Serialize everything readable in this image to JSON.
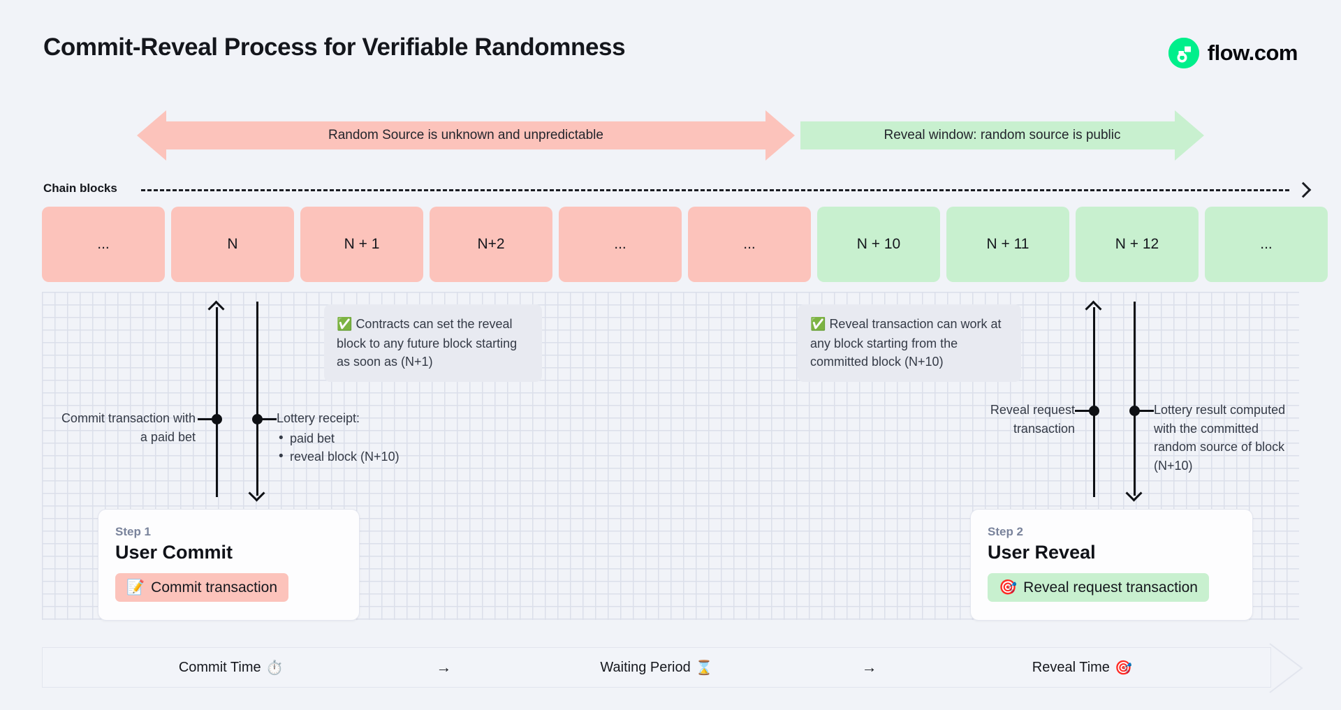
{
  "header": {
    "title": "Commit-Reveal Process for Verifiable Randomness",
    "logo_text": "flow.com",
    "logo_icon": "flow-logo-icon",
    "brand_green": "#00ef8b"
  },
  "phases": [
    {
      "label": "Random Source is unknown and unpredictable",
      "color": "#fcc3bb",
      "direction": "bidirectional"
    },
    {
      "label": "Reveal window: random source is public",
      "color": "#c8f0cf",
      "direction": "right"
    }
  ],
  "chain": {
    "label": "Chain blocks",
    "axis_icon": "arrow-right-icon",
    "blocks": [
      {
        "label": "...",
        "state": "unknown"
      },
      {
        "label": "N",
        "state": "unknown"
      },
      {
        "label": "N + 1",
        "state": "unknown"
      },
      {
        "label": "N+2",
        "state": "unknown"
      },
      {
        "label": "...",
        "state": "unknown"
      },
      {
        "label": "...",
        "state": "unknown"
      },
      {
        "label": "N + 10",
        "state": "revealed"
      },
      {
        "label": "N + 11",
        "state": "revealed"
      },
      {
        "label": "N + 12",
        "state": "revealed"
      },
      {
        "label": "...",
        "state": "revealed"
      }
    ],
    "unknown_color": "#fcc3bb",
    "revealed_color": "#c8f0cf"
  },
  "notes": [
    {
      "icon": "check-mark-button-icon",
      "text": "Contracts can set the reveal block to any future block starting as soon as (N+1)"
    },
    {
      "icon": "check-mark-button-icon",
      "text": "Reveal transaction can work at any block starting from the committed block (N+10)"
    }
  ],
  "annotations": {
    "commit_transaction": "Commit transaction with a paid bet",
    "lottery_receipt_title": "Lottery receipt:",
    "lottery_receipt_items": [
      "paid bet",
      "reveal block (N+10)"
    ],
    "reveal_request": "Reveal request transaction",
    "lottery_result": "Lottery result computed with the committed random source of block (N+10)"
  },
  "steps": [
    {
      "step": "Step 1",
      "heading": "User Commit",
      "pill_label": "Commit transaction",
      "pill_icon": "memo-icon",
      "pill_emoji": "📝",
      "pill_color": "#fcc3bb"
    },
    {
      "step": "Step 2",
      "heading": "User Reveal",
      "pill_label": "Reveal request transaction",
      "pill_icon": "direct-hit-icon",
      "pill_emoji": "🎯",
      "pill_color": "#c8f0cf"
    }
  ],
  "timeline": {
    "segments": [
      {
        "label": "Commit Time",
        "emoji": "⏱️",
        "icon": "stopwatch-icon"
      },
      {
        "label": "Waiting Period",
        "emoji": "⌛",
        "icon": "hourglass-icon"
      },
      {
        "label": "Reveal Time",
        "emoji": "🎯",
        "icon": "direct-hit-icon"
      }
    ],
    "separator": "→"
  }
}
